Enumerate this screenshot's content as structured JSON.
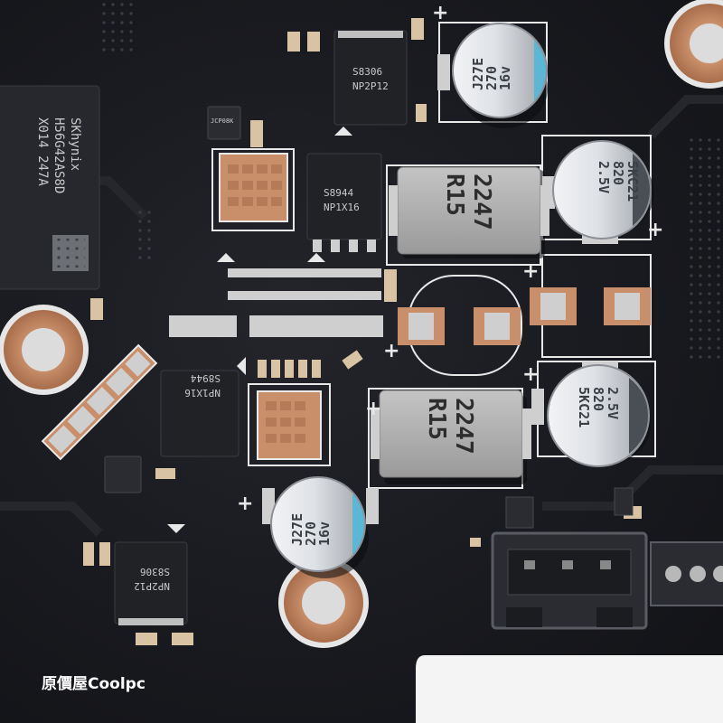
{
  "scene": {
    "subject": "graphics card PCB VRM area close-up",
    "colors": {
      "board": "#1b1c21",
      "copper": "#c98f6a",
      "tin": "#cfcfd0",
      "cap_teal": "#5ab8d6",
      "cap_grey": "#c8ccd2",
      "silkscreen": "#e8e8e8"
    }
  },
  "memory_chip": {
    "lines": [
      "SKhynix",
      "H56G42AS8D",
      "X014  247A"
    ]
  },
  "mosfets": [
    {
      "id": "top",
      "lines": [
        "S8306",
        "NP2P12"
      ]
    },
    {
      "id": "mid",
      "lines": [
        "S8944",
        "NP1X16"
      ]
    },
    {
      "id": "left",
      "lines": [
        "NP1X16",
        "S8944"
      ]
    },
    {
      "id": "bottom",
      "lines": [
        "NP2P12",
        "S8306"
      ]
    },
    {
      "id": "small",
      "lines": [
        "JCP08K"
      ]
    }
  ],
  "capacitors": [
    {
      "id": "top",
      "lines": [
        "J27E",
        "270",
        "16v"
      ]
    },
    {
      "id": "right1",
      "lines": [
        "5KC21",
        "820",
        "2.5V"
      ]
    },
    {
      "id": "right2",
      "lines": [
        "2.5V",
        "820",
        "5KC21"
      ]
    },
    {
      "id": "bottom",
      "lines": [
        "J27E",
        "270",
        "16v"
      ]
    }
  ],
  "inductors": [
    {
      "id": "upper",
      "lines": [
        "2247",
        "R15"
      ]
    },
    {
      "id": "lower",
      "lines": [
        "2247",
        "R15"
      ]
    }
  ],
  "silkscreen": {
    "plus": "+"
  },
  "watermark": {
    "text": "原價屋Coolpc"
  }
}
